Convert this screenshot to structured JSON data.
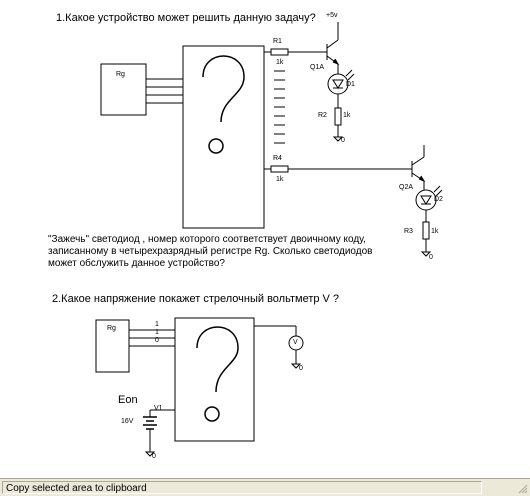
{
  "question1": "1.Какое устройство может решить данную задачу?",
  "question1_description": [
    "\"Зажечь\" светодиод , номер которого соответствует двоичному коду,",
    "записанному в  четырехразрядный регистре Rg. Сколько светодиодов",
    "может обслужить данное устройство?"
  ],
  "question2": "2.Какое напряжение покажет стрелочный вольтметр V ?",
  "circuit1": {
    "register_label": "Rg",
    "r1_label": "R1",
    "r1_value": "1k",
    "r4_label": "R4",
    "r4_value": "1k",
    "supply_label": "+5v",
    "q1_label": "Q1A",
    "d1_label": "D1",
    "r2_label": "R2",
    "r2_value": "1k",
    "ground1_label": "0",
    "q2_label": "Q2A",
    "d2_label": "D2",
    "r3_label": "R3",
    "r3_value": "1k",
    "ground2_label": "0"
  },
  "circuit2": {
    "register_label": "Rg",
    "bit_labels": [
      "1",
      "1",
      "0"
    ],
    "voltmeter_label": "V",
    "ground_label": "0",
    "source_name": "Eon",
    "source_ref": "V1",
    "source_voltage": "16V",
    "source_ground_label": "0"
  },
  "statusbar": {
    "text": "Copy selected area to clipboard"
  }
}
